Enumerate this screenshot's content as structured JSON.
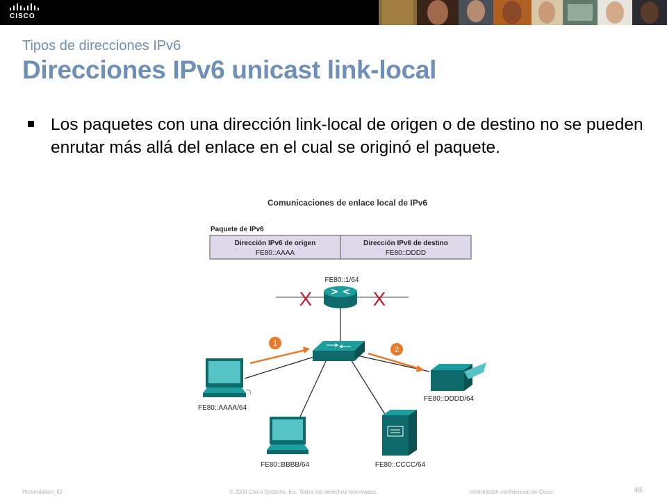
{
  "header": {
    "brand": "CISCO",
    "photos": [
      "photo-1",
      "photo-2",
      "photo-3",
      "photo-4",
      "photo-5",
      "photo-6",
      "photo-7",
      "photo-8"
    ]
  },
  "slide": {
    "subtitle": "Tipos de direcciones IPv6",
    "title": "Direcciones IPv6 unicast link-local",
    "bullet": "Los paquetes con una dirección link-local de origen o de destino no se pueden enrutar más allá del enlace en el cual se originó el paquete."
  },
  "diagram": {
    "title": "Comunicaciones de enlace local de IPv6",
    "packet_label": "Paquete de IPv6",
    "src_header": "Dirección IPv6 de origen",
    "src_value": "FE80::AAAA",
    "dst_header": "Dirección IPv6 de destino",
    "dst_value": "FE80::DDDD",
    "router_label": "FE80::1/64",
    "block_mark": "X",
    "step1": "1",
    "step2": "2",
    "pc_a_label": "FE80::AAAA/64",
    "pc_b_label": "FE80::BBBB/64",
    "server_label": "FE80::CCCC/64",
    "printer_label": "FE80::DDDD/64",
    "colors": {
      "device": "#1c9e9e",
      "device_dark": "#0f6b6b",
      "packet_fill": "#ded9ea",
      "block": "#c41f2f",
      "arrow": "#e87a2a"
    }
  },
  "footer": {
    "presentation_id": "Presentation_ID",
    "copyright": "© 2008 Cisco Systems, Inc. Todos los derechos reservados.",
    "confidential": "Información confidencial de Cisco",
    "page": "48"
  }
}
